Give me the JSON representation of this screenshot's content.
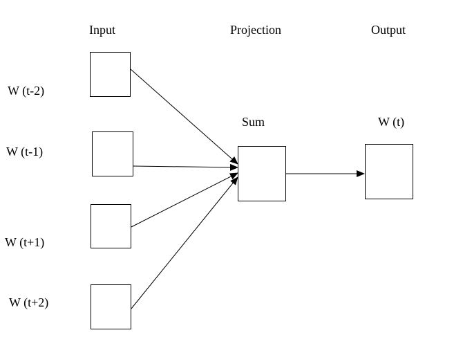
{
  "diagram": {
    "headers": {
      "input": "Input",
      "projection": "Projection",
      "output": "Output"
    },
    "inputs": [
      {
        "label": "W (t-2)"
      },
      {
        "label": "W (t-1)"
      },
      {
        "label": "W (t+1)"
      },
      {
        "label": "W (t+2)"
      }
    ],
    "projection": {
      "label": "Sum"
    },
    "output": {
      "label": "W (t)"
    }
  }
}
